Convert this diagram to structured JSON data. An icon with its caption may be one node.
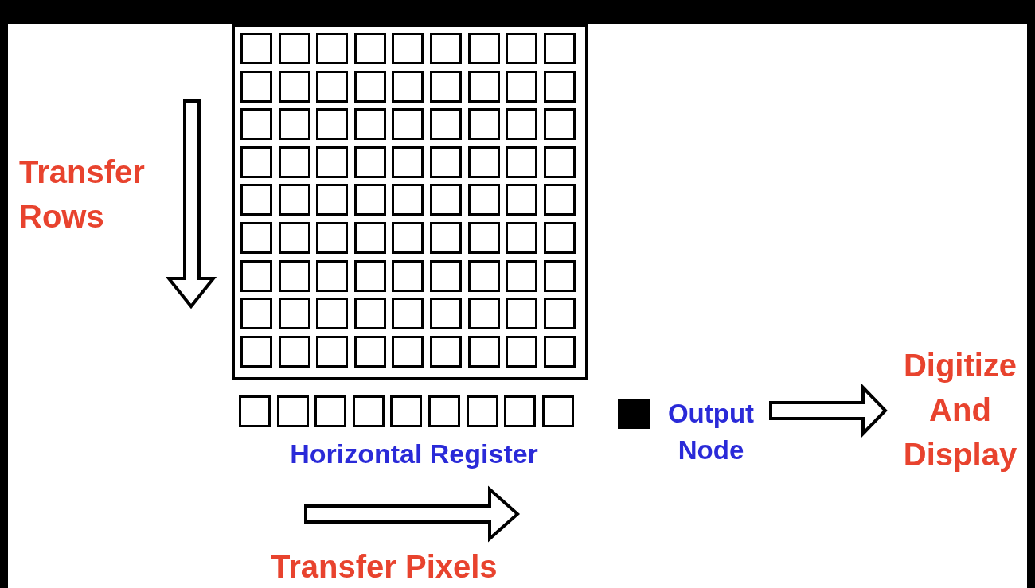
{
  "diagram": {
    "nodes": [
      {
        "text": [],
        "shape": "box"
      },
      {
        "text": [],
        "shape": "bar",
        "beside": [
          "Horizontal Register"
        ]
      },
      {
        "text": [],
        "shape": "box",
        "beside": [
          "Output Node"
        ]
      },
      {
        "text": [
          "Digitize And Display"
        ]
      }
    ],
    "edges": [
      {
        "from": 2,
        "to": 3,
        "arrow": "to"
      }
    ],
    "labels": [
      "Transfer Rows",
      "Transfer Pixels"
    ]
  }
}
